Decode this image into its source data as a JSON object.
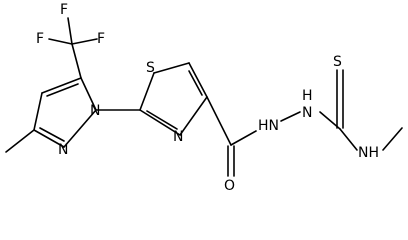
{
  "molecule": {
    "atoms": {
      "f_top": "F",
      "f_right": "F",
      "f_left": "F",
      "n_pyrazole_1": "N",
      "n_pyrazole_2": "N",
      "s_thiazole": "S",
      "n_thiazole": "N",
      "o_carbonyl": "O",
      "nh_hydrazide_1": "HN",
      "nh_hydrazide_2": "N",
      "h_hydrazide_2": "H",
      "s_thiocarbonyl": "S",
      "nh_methylamine": "NH"
    }
  },
  "colors": {
    "bond": "#000000",
    "label": "#000000",
    "background": "#ffffff"
  }
}
